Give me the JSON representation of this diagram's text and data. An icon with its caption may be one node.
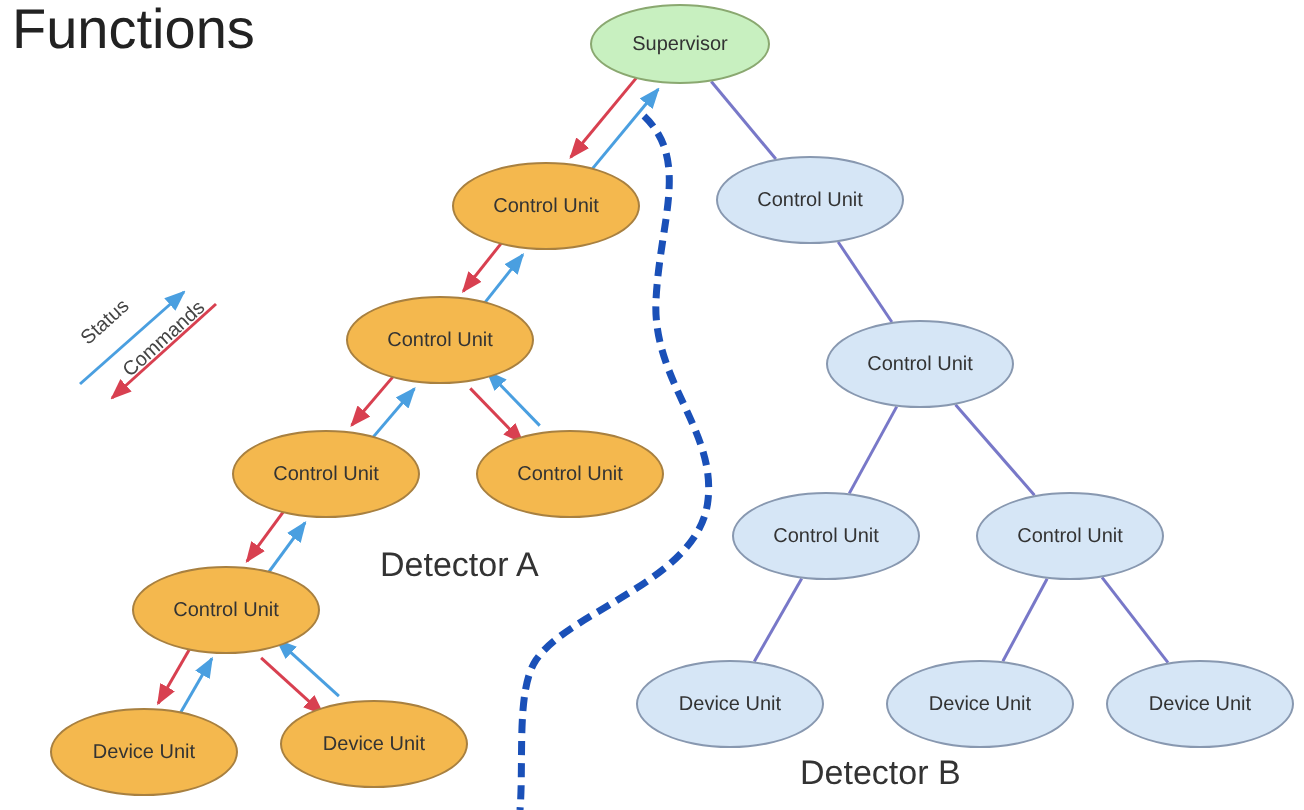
{
  "diagram": {
    "title": "Functions",
    "nodes": [
      {
        "text": [
          "Supervisor"
        ]
      },
      {
        "text": [
          "Control Unit"
        ]
      },
      {
        "text": [
          "Control Unit"
        ]
      },
      {
        "text": [
          "Control Unit"
        ]
      },
      {
        "text": [
          "Control Unit"
        ]
      },
      {
        "text": [
          "Control Unit"
        ]
      },
      {
        "text": [
          "Device Unit"
        ]
      },
      {
        "text": [
          "Device Unit"
        ]
      },
      {
        "text": [
          "Control Unit"
        ]
      },
      {
        "text": [
          "Control Unit"
        ]
      },
      {
        "text": [
          "Control Unit"
        ]
      },
      {
        "text": [
          "Control Unit"
        ]
      },
      {
        "text": [
          "Device Unit"
        ]
      },
      {
        "text": [
          "Device Unit"
        ]
      },
      {
        "text": [
          "Device Unit"
        ]
      }
    ],
    "edges": [
      {
        "from": 1,
        "to": 0,
        "arrow": "to",
        "color": "#4a9fe0"
      },
      {
        "from": 0,
        "to": 1,
        "arrow": "to",
        "color": "#d84050"
      },
      {
        "from": 2,
        "to": 1,
        "arrow": "to",
        "color": "#4a9fe0"
      },
      {
        "from": 1,
        "to": 2,
        "arrow": "to",
        "color": "#d84050"
      },
      {
        "from": 3,
        "to": 2,
        "arrow": "to",
        "color": "#4a9fe0"
      },
      {
        "from": 2,
        "to": 3,
        "arrow": "to",
        "color": "#d84050"
      },
      {
        "from": 4,
        "to": 2,
        "arrow": "to",
        "color": "#4a9fe0"
      },
      {
        "from": 2,
        "to": 4,
        "arrow": "to",
        "color": "#d84050"
      },
      {
        "from": 5,
        "to": 3,
        "arrow": "to",
        "color": "#4a9fe0"
      },
      {
        "from": 3,
        "to": 5,
        "arrow": "to",
        "color": "#d84050"
      },
      {
        "from": 6,
        "to": 5,
        "arrow": "to",
        "color": "#4a9fe0"
      },
      {
        "from": 5,
        "to": 6,
        "arrow": "to",
        "color": "#d84050"
      },
      {
        "from": 7,
        "to": 5,
        "arrow": "to",
        "color": "#4a9fe0"
      },
      {
        "from": 5,
        "to": 7,
        "arrow": "to",
        "color": "#d84050"
      },
      {
        "from": 0,
        "to": 8,
        "arrow": "none",
        "color": "#7878c8"
      },
      {
        "from": 8,
        "to": 9,
        "arrow": "none",
        "color": "#7878c8"
      },
      {
        "from": 9,
        "to": 10,
        "arrow": "none",
        "color": "#7878c8"
      },
      {
        "from": 9,
        "to": 11,
        "arrow": "none",
        "color": "#7878c8"
      },
      {
        "from": 10,
        "to": 12,
        "arrow": "none",
        "color": "#7878c8"
      },
      {
        "from": 11,
        "to": 13,
        "arrow": "none",
        "color": "#7878c8"
      },
      {
        "from": 11,
        "to": 14,
        "arrow": "none",
        "color": "#7878c8"
      }
    ],
    "labels": [
      "Detector A",
      "Detector B"
    ],
    "legend": [
      {
        "text": "Status"
      },
      {
        "text": "Commands"
      }
    ]
  }
}
